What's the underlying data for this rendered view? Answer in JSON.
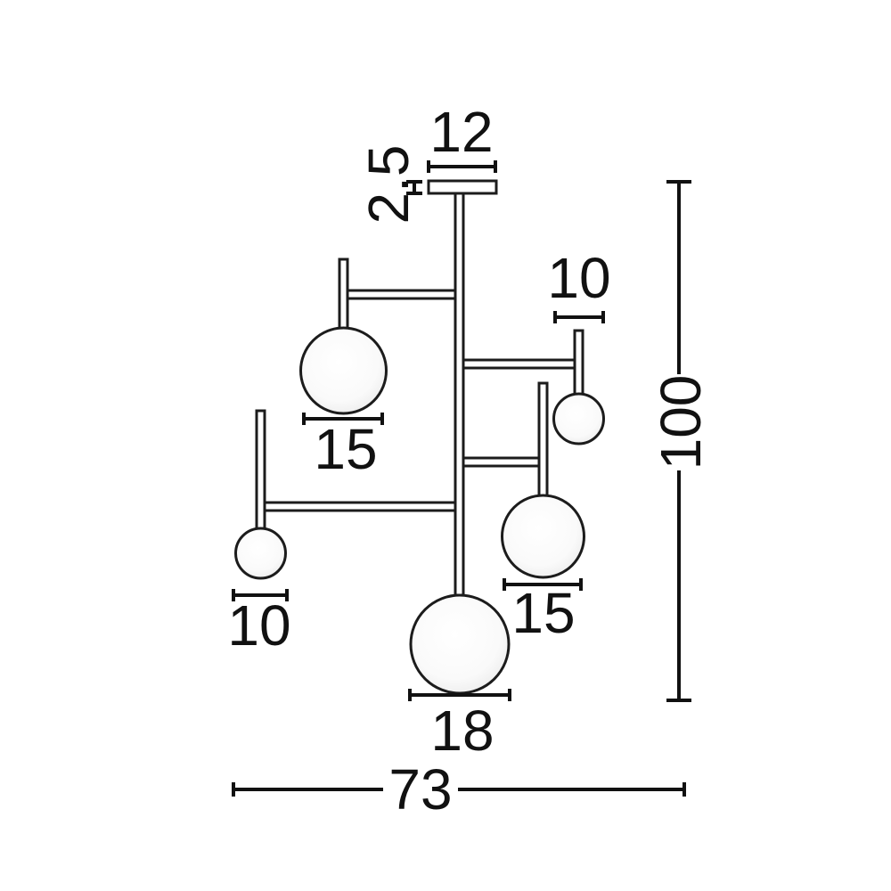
{
  "diagram": {
    "subject": "pendant-lamp-dimension-drawing",
    "colors": {
      "line": "#1c1c1c",
      "dimension": "#111111",
      "background": "#ffffff"
    },
    "labels": {
      "canopy_width": "12",
      "canopy_thickness": "2.5",
      "right_small_globe_diameter": "10",
      "overall_height": "100",
      "upper_left_globe_diameter": "15",
      "mid_right_globe_diameter": "15",
      "left_small_globe_diameter": "10",
      "bottom_globe_diameter": "18",
      "overall_width": "73"
    }
  }
}
